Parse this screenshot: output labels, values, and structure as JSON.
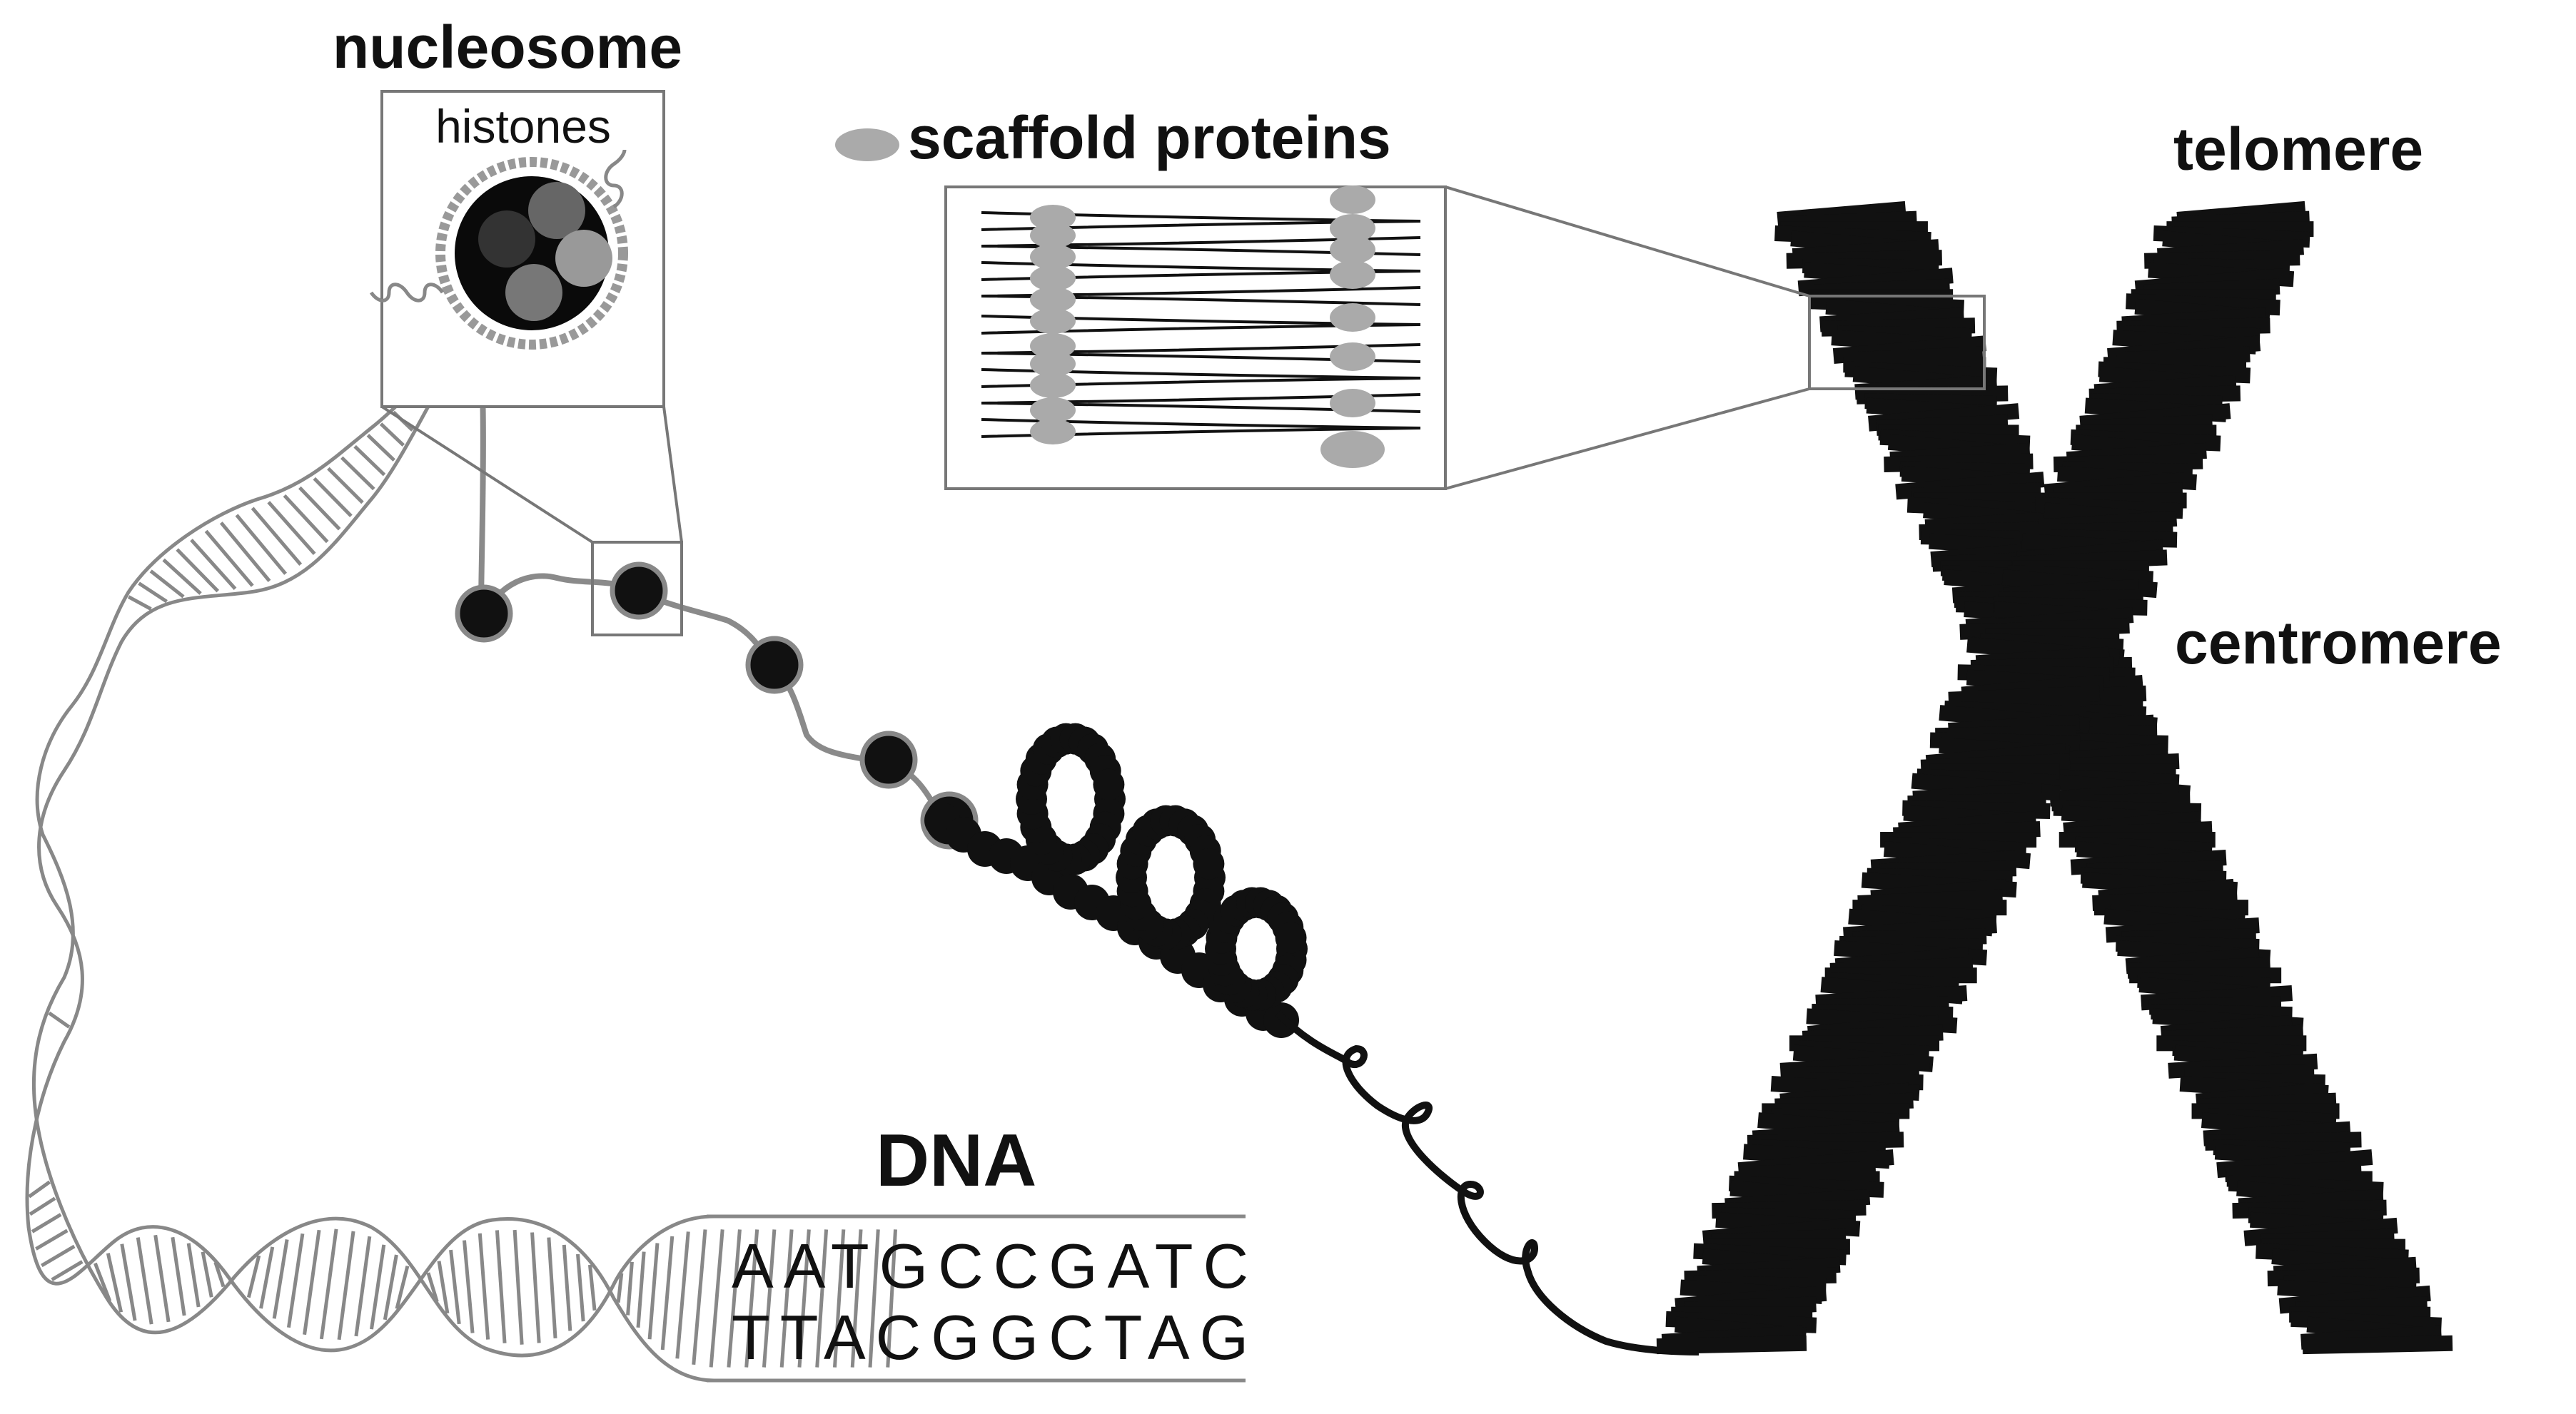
{
  "labels": {
    "nucleosome": "nucleosome",
    "histones": "histones",
    "scaffold_proteins": "scaffold proteins",
    "telomere": "telomere",
    "centromere": "centromere",
    "dna": "DNA"
  },
  "sequence": {
    "top": "AATGCCGATC",
    "bottom": "TTACGGCTAG"
  },
  "colors": {
    "ink": "#111111",
    "dna_strand": "#888888",
    "protein": "#aaaaaa",
    "box": "#777777"
  }
}
